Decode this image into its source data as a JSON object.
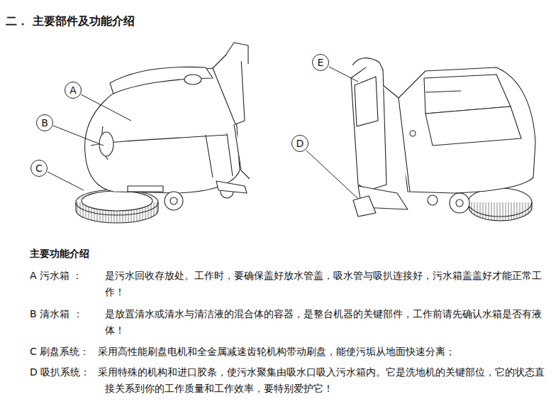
{
  "diagram": {
    "title": "二． 主要部件及功能介绍",
    "nodes": [
      {
        "text": [
          "A"
        ]
      },
      {
        "text": [
          "B"
        ]
      },
      {
        "text": [
          "C"
        ]
      },
      {
        "text": [
          "E"
        ]
      },
      {
        "text": [
          "D"
        ]
      }
    ],
    "labels": [
      "主要功能介绍",
      "A 污水箱 ：",
      "是污水回收存放处。工作时，要确保盖好放水管盖，吸水管与吸扒连接好，污水箱盖盖好才能正常工作！",
      "B 清水箱 ：",
      "是放置清水或清水与清洁液的混合体的容器，是整台机器的关键部件，工作前请先确认水箱是否有液体！",
      "C 刷盘系统：",
      "采用高性能刷盘电机和全金属减速齿轮机构带动刷盘，能使污垢从地面快速分离；",
      "D 吸扒系统：",
      "采用特殊的机构和进口胶条，使污水聚集由吸水口吸入污水箱内。它是洗地机的关键部位，它的状态直接关系到你的工作质量和工作效率，要特别爱护它！"
    ]
  }
}
